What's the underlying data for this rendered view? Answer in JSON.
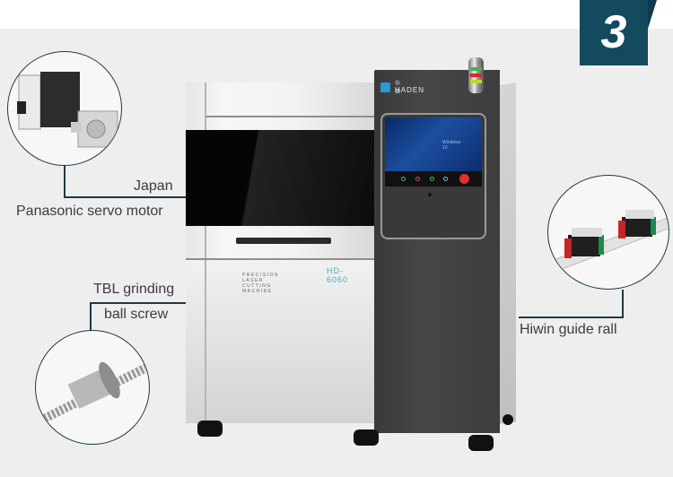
{
  "badge": {
    "number": "3",
    "color": "#134a60"
  },
  "machine": {
    "brand_cn": "华顿",
    "brand": "HADEN",
    "model": "HD-6060",
    "subtitle": "PRECISION LASER CUTTING MACHINE",
    "screen_text": "Windows 10",
    "signal_lights": [
      "#3fb54a",
      "#d92a2a",
      "#c5d52b"
    ],
    "panel_buttons": [
      "#4cbf4c",
      "#d0506a",
      "#4cbf4c",
      "#7fb8d8",
      "#4cbf4c"
    ],
    "estop_color": "#e03030"
  },
  "callouts": [
    {
      "id": "servo",
      "image": "servo-motor-icon",
      "lines": [
        "Japan",
        "Panasonic servo motor"
      ]
    },
    {
      "id": "ballscrew",
      "image": "ball-screw-icon",
      "lines": [
        "TBL grinding",
        "ball screw"
      ]
    },
    {
      "id": "rail",
      "image": "guide-rail-icon",
      "lines": [
        "Hiwin guide rall"
      ]
    }
  ],
  "colors": {
    "background": "#eeeeee",
    "accent": "#134a60",
    "line": "#1f3a44",
    "text": "#3c3c3c"
  }
}
